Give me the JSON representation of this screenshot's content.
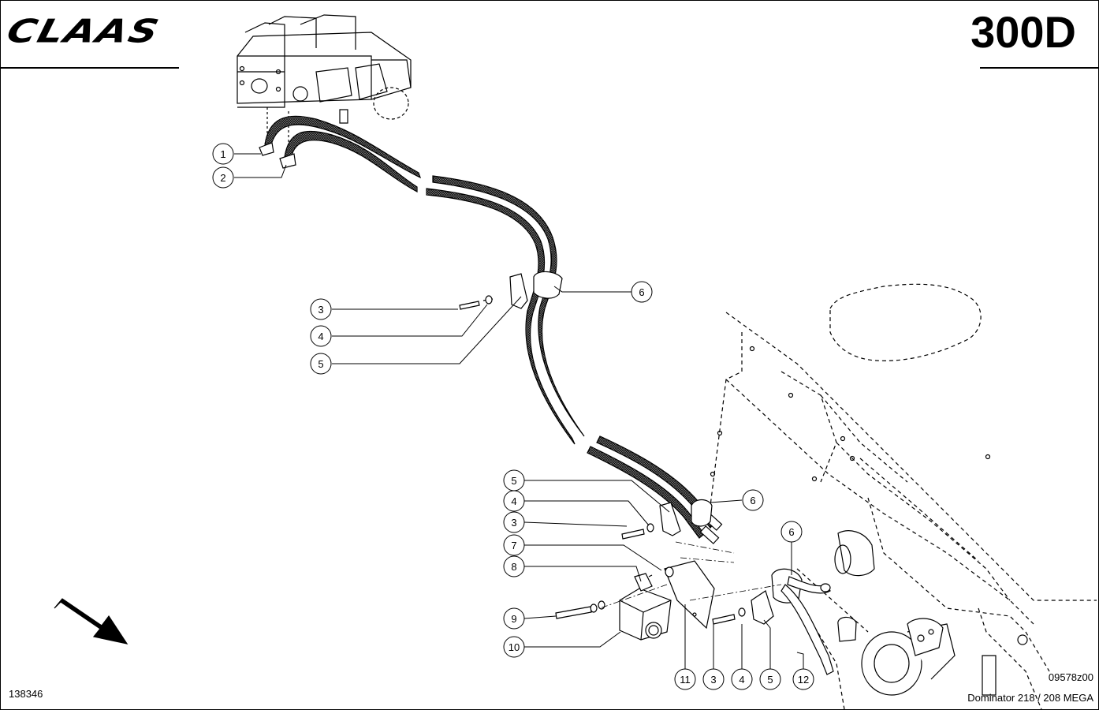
{
  "header": {
    "brand": "CLAAS",
    "page_code": "300D"
  },
  "footer": {
    "document_number": "138346",
    "drawing_number": "09578z00",
    "model": "Dominator 218 / 208 MEGA"
  },
  "callouts": [
    "1",
    "2",
    "3",
    "4",
    "5",
    "6",
    "5",
    "4",
    "3",
    "6",
    "7",
    "8",
    "6",
    "9",
    "10",
    "11",
    "3",
    "4",
    "5",
    "12"
  ],
  "icons": {
    "direction_arrow": "direction-arrow-icon"
  },
  "colors": {
    "line": "#000000",
    "background": "#ffffff"
  }
}
